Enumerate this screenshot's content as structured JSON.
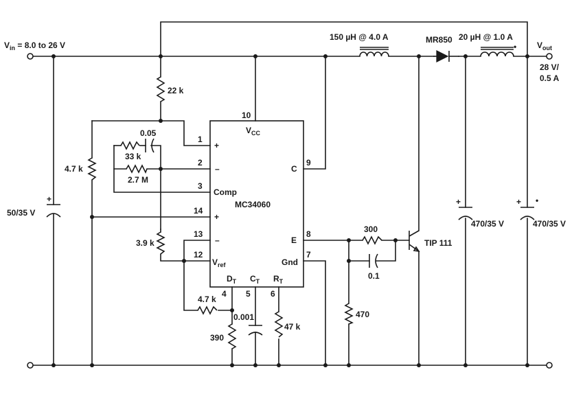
{
  "labels": {
    "vin": "Vin = 8.0 to 26 V",
    "vin_main": "V",
    "vin_sub": "in",
    "vin_rest": " = 8.0 to 26 V",
    "vout_main": "V",
    "vout_sub": "out",
    "vout_value_1": "28 V/",
    "vout_value_2": "0.5 A",
    "r22k": "22 k",
    "c005": "0.05",
    "r33k": "33 k",
    "r27m": "2.7 M",
    "r47k_left": "4.7 k",
    "c_in": "50/35 V",
    "r39k": "3.9 k",
    "r47k_dt": "4.7 k",
    "r390": "390",
    "c0001": "0.001",
    "r47k_rt": "47 k",
    "r470": "470",
    "r300": "300",
    "c01": "0.1",
    "q_name": "TIP 111",
    "l1": "150 µH @ 4.0 A",
    "d1": "MR850",
    "l2": "20 µH @ 1.0 A",
    "c_out1": "470/35 V",
    "c_out2": "470/35 V",
    "plus": "+",
    "dot_mark": "•"
  },
  "ic": {
    "name": "MC34060",
    "vcc_main": "V",
    "vcc_sub": "CC",
    "comp": "Comp",
    "c_label": "C",
    "e_label": "E",
    "gnd": "Gnd",
    "vref_main": "V",
    "vref_sub": "ref",
    "dt_main": "D",
    "dt_sub": "T",
    "ct_main": "C",
    "ct_sub": "T",
    "rt_main": "R",
    "rt_sub": "T",
    "plus": "+",
    "minus": "–",
    "pins": {
      "p1": "1",
      "p2": "2",
      "p3": "3",
      "p4": "4",
      "p5": "5",
      "p6": "6",
      "p7": "7",
      "p8": "8",
      "p9": "9",
      "p10": "10",
      "p12": "12",
      "p13": "13",
      "p14": "14"
    }
  }
}
